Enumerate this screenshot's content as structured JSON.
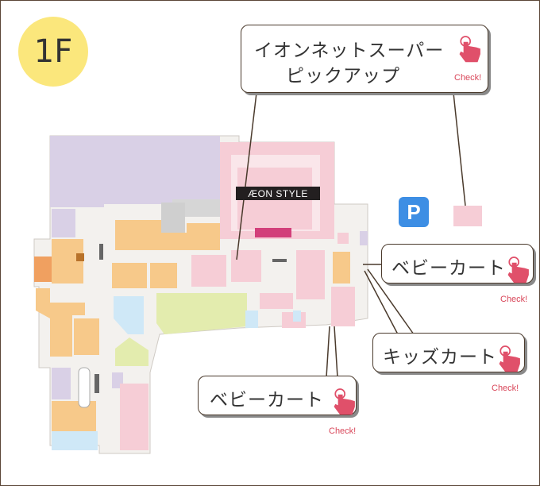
{
  "floor": {
    "label": "1F"
  },
  "brand": {
    "store_sign": "ÆON STYLE"
  },
  "parking": {
    "label": "P"
  },
  "callouts": [
    {
      "id": "net-super",
      "lines": [
        "イオンネットスーパー",
        "ピックアップ"
      ],
      "check": "Check!"
    },
    {
      "id": "baby-cart-right",
      "label": "ベビーカート",
      "check": "Check!"
    },
    {
      "id": "kids-cart",
      "label": "キッズカート",
      "check": "Check!"
    },
    {
      "id": "baby-cart-bottom",
      "label": "ベビーカート",
      "check": "Check!"
    }
  ],
  "colors": {
    "floor_badge": "#fbe77c",
    "parking": "#3d8ee4",
    "callout_border": "#4a3a2c",
    "check_text": "#d9475a",
    "hand_icon": "#e0506a",
    "aeon_area": "#f6cdd6",
    "aeon_area_light": "#fae6ea",
    "shops_orange": "#f7c98a",
    "shops_lavender": "#d9d0e6",
    "shops_green": "#e3ecae",
    "shops_blue": "#cfe8f7",
    "shops_gray": "#d6d6d6",
    "corridor": "#f3f1ee",
    "accent_magenta": "#d23f7a"
  }
}
